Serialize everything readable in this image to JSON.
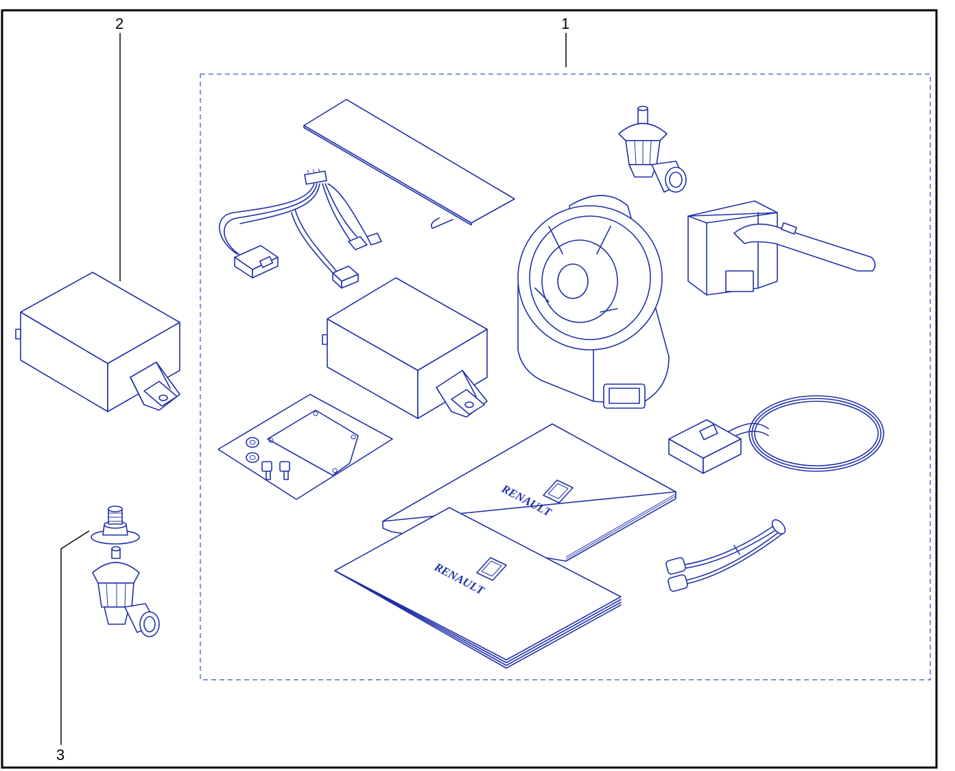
{
  "callouts": {
    "kit": "1",
    "module": "2",
    "sensor": "3"
  },
  "brand_label": "RENAULT",
  "colors": {
    "ink": "#1f2fa8",
    "frame": "#000000",
    "dash": "#5570c8",
    "background": "#ffffff"
  }
}
